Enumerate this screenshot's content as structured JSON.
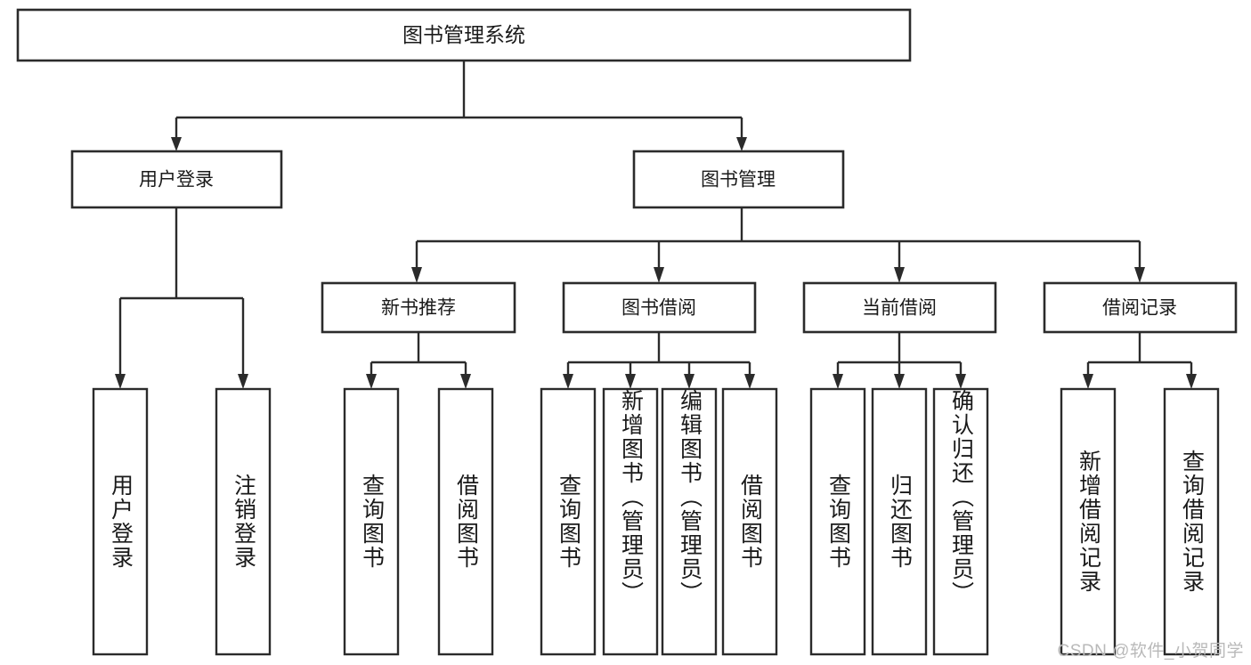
{
  "diagram": {
    "title": "图书管理系统",
    "type": "tree-hierarchy-diagram",
    "colors": {
      "box_stroke": "#2b2b2b",
      "box_fill": "#ffffff",
      "connector": "#2b2b2b",
      "text": "#1a1a1a",
      "background": "#ffffff",
      "watermark": "#b9b9b9"
    },
    "root": {
      "label": "图书管理系统"
    },
    "level2": [
      {
        "label": "用户登录"
      },
      {
        "label": "图书管理"
      }
    ],
    "level3": [
      {
        "label": "新书推荐"
      },
      {
        "label": "图书借阅"
      },
      {
        "label": "当前借阅"
      },
      {
        "label": "借阅记录"
      }
    ],
    "leaves": {
      "user_login": [
        {
          "label": "用户登录"
        },
        {
          "label": "注销登录"
        }
      ],
      "new_book_recommend": [
        {
          "label": "查询图书"
        },
        {
          "label": "借阅图书"
        }
      ],
      "book_borrow": [
        {
          "label": "查询图书"
        },
        {
          "label": "新增图书（管理员）"
        },
        {
          "label": "编辑图书（管理员）"
        },
        {
          "label": "借阅图书"
        }
      ],
      "current_borrow": [
        {
          "label": "查询图书"
        },
        {
          "label": "归还图书"
        },
        {
          "label": "确认归还（管理员）"
        }
      ],
      "borrow_records": [
        {
          "label": "新增借阅记录"
        },
        {
          "label": "查询借阅记录"
        }
      ]
    },
    "watermark": "CSDN @软件_小贺同学"
  }
}
